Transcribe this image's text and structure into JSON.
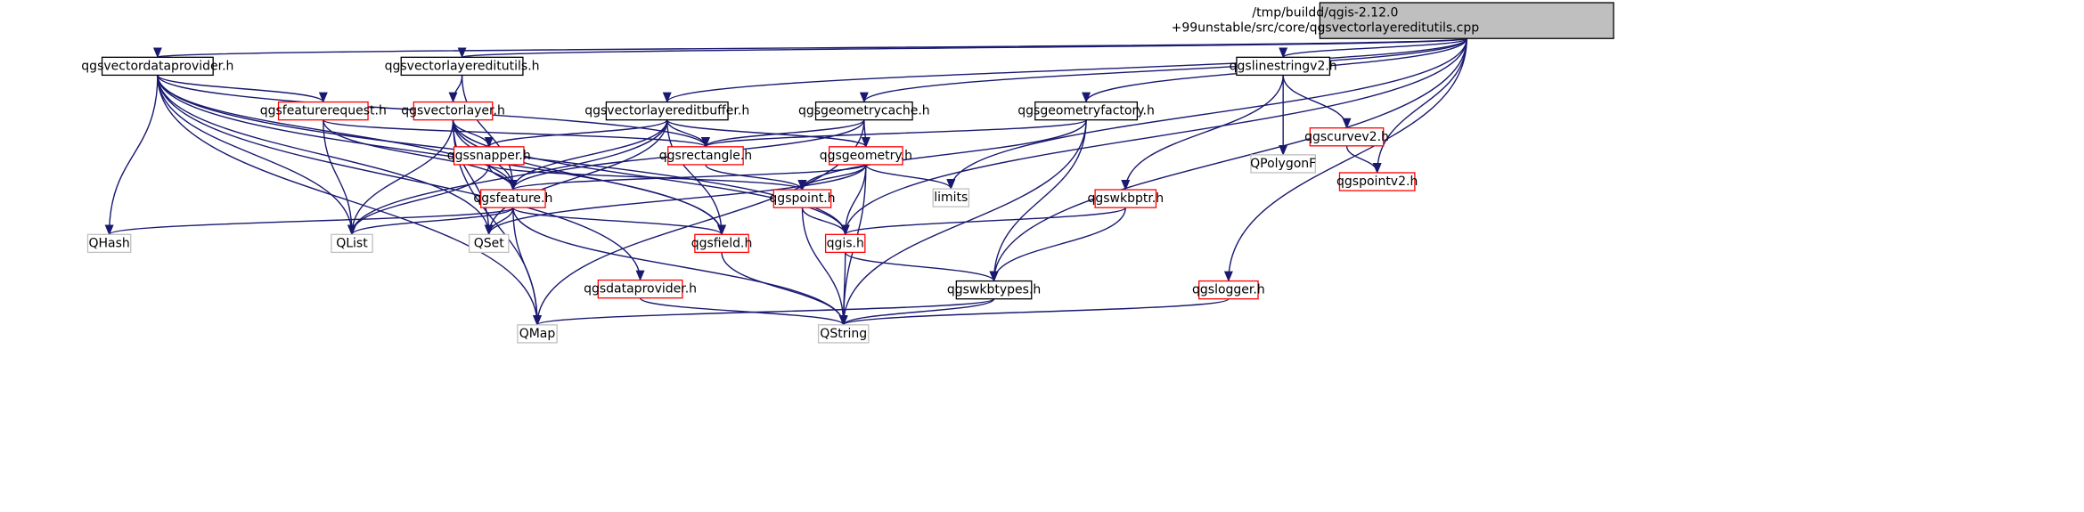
{
  "colors": {
    "edge": "#191970",
    "root_fill": "#bfbfbf",
    "root_border": "#000000",
    "linked_border": "#000000",
    "undocumented_border": "#ff0000",
    "external_border": "#bfbfbf",
    "external_text": "#000000"
  },
  "nodes": [
    {
      "id": "root",
      "label": "/tmp/buildd/qgis-2.12.0\n+99unstable/src/core/qgsvectorlayereditutils.cpp",
      "kind": "root"
    },
    {
      "id": "vdp",
      "label": "qgsvectordataprovider.h",
      "kind": "linked"
    },
    {
      "id": "vleu",
      "label": "qgsvectorlayereditutils.h",
      "kind": "linked"
    },
    {
      "id": "ls",
      "label": "qgslinestringv2.h",
      "kind": "linked"
    },
    {
      "id": "fr",
      "label": "qgsfeaturerequest.h",
      "kind": "undocumented"
    },
    {
      "id": "vl",
      "label": "qgsvectorlayer.h",
      "kind": "undocumented"
    },
    {
      "id": "vleb",
      "label": "qgsvectorlayereditbuffer.h",
      "kind": "linked"
    },
    {
      "id": "gc",
      "label": "qgsgeometrycache.h",
      "kind": "linked"
    },
    {
      "id": "gf",
      "label": "qgsgeometryfactory.h",
      "kind": "linked"
    },
    {
      "id": "pf",
      "label": "QPolygonF",
      "kind": "external"
    },
    {
      "id": "cv",
      "label": "qgscurvev2.h",
      "kind": "undocumented"
    },
    {
      "id": "sn",
      "label": "qgssnapper.h",
      "kind": "undocumented"
    },
    {
      "id": "rect",
      "label": "qgsrectangle.h",
      "kind": "undocumented"
    },
    {
      "id": "geom",
      "label": "qgsgeometry.h",
      "kind": "undocumented"
    },
    {
      "id": "pv2",
      "label": "qgspointv2.h",
      "kind": "undocumented"
    },
    {
      "id": "feat",
      "label": "qgsfeature.h",
      "kind": "undocumented"
    },
    {
      "id": "pt",
      "label": "qgspoint.h",
      "kind": "undocumented"
    },
    {
      "id": "lim",
      "label": "limits",
      "kind": "external"
    },
    {
      "id": "wkb",
      "label": "qgswkbptr.h",
      "kind": "undocumented"
    },
    {
      "id": "qhash",
      "label": "QHash",
      "kind": "external"
    },
    {
      "id": "qlist",
      "label": "QList",
      "kind": "external"
    },
    {
      "id": "qset",
      "label": "QSet",
      "kind": "external"
    },
    {
      "id": "fld",
      "label": "qgsfield.h",
      "kind": "undocumented"
    },
    {
      "id": "qgis",
      "label": "qgis.h",
      "kind": "undocumented"
    },
    {
      "id": "dp",
      "label": "qgsdataprovider.h",
      "kind": "undocumented"
    },
    {
      "id": "wkbt",
      "label": "qgswkbtypes.h",
      "kind": "linked"
    },
    {
      "id": "log",
      "label": "qgslogger.h",
      "kind": "undocumented"
    },
    {
      "id": "qmap",
      "label": "QMap",
      "kind": "external"
    },
    {
      "id": "qstr",
      "label": "QString",
      "kind": "external"
    }
  ],
  "edges": [
    [
      "root",
      "vdp"
    ],
    [
      "root",
      "vleu"
    ],
    [
      "root",
      "vleb"
    ],
    [
      "root",
      "gc"
    ],
    [
      "root",
      "lim"
    ],
    [
      "root",
      "qgis"
    ],
    [
      "root",
      "wkbt"
    ],
    [
      "root",
      "gf"
    ],
    [
      "root",
      "log"
    ],
    [
      "root",
      "ls"
    ],
    [
      "root",
      "pv2"
    ],
    [
      "vdp",
      "fr"
    ],
    [
      "vdp",
      "feat"
    ],
    [
      "vdp",
      "rect"
    ],
    [
      "vdp",
      "qhash"
    ],
    [
      "vdp",
      "qlist"
    ],
    [
      "vdp",
      "qset"
    ],
    [
      "vdp",
      "fld"
    ],
    [
      "vdp",
      "qgis"
    ],
    [
      "vdp",
      "dp"
    ],
    [
      "vdp",
      "qmap"
    ],
    [
      "vleu",
      "vl"
    ],
    [
      "vleu",
      "feat"
    ],
    [
      "fr",
      "feat"
    ],
    [
      "fr",
      "rect"
    ],
    [
      "fr",
      "qlist"
    ],
    [
      "vl",
      "sn"
    ],
    [
      "vl",
      "feat"
    ],
    [
      "vl",
      "qlist"
    ],
    [
      "vl",
      "qset"
    ],
    [
      "vl",
      "fld"
    ],
    [
      "vl",
      "qgis"
    ],
    [
      "vl",
      "qmap"
    ],
    [
      "vleb",
      "sn"
    ],
    [
      "vleb",
      "rect"
    ],
    [
      "vleb",
      "geom"
    ],
    [
      "vleb",
      "feat"
    ],
    [
      "vleb",
      "qlist"
    ],
    [
      "vleb",
      "qset"
    ],
    [
      "vleb",
      "fld"
    ],
    [
      "gc",
      "rect"
    ],
    [
      "gc",
      "geom"
    ],
    [
      "gc",
      "feat"
    ],
    [
      "gc",
      "qmap"
    ],
    [
      "gf",
      "rect"
    ],
    [
      "gf",
      "pt"
    ],
    [
      "gf",
      "wkbt"
    ],
    [
      "gf",
      "qstr"
    ],
    [
      "ls",
      "pf"
    ],
    [
      "ls",
      "cv"
    ],
    [
      "ls",
      "wkb"
    ],
    [
      "cv",
      "pv2"
    ],
    [
      "sn",
      "feat"
    ],
    [
      "sn",
      "pt"
    ],
    [
      "sn",
      "qlist"
    ],
    [
      "rect",
      "pt"
    ],
    [
      "geom",
      "feat"
    ],
    [
      "geom",
      "pt"
    ],
    [
      "geom",
      "lim"
    ],
    [
      "geom",
      "qgis"
    ],
    [
      "geom",
      "qset"
    ],
    [
      "geom",
      "qstr"
    ],
    [
      "feat",
      "qhash"
    ],
    [
      "feat",
      "qlist"
    ],
    [
      "feat",
      "qset"
    ],
    [
      "feat",
      "fld"
    ],
    [
      "feat",
      "qmap"
    ],
    [
      "feat",
      "qstr"
    ],
    [
      "pt",
      "qgis"
    ],
    [
      "pt",
      "qstr"
    ],
    [
      "wkb",
      "qgis"
    ],
    [
      "wkb",
      "wkbt"
    ],
    [
      "fld",
      "qstr"
    ],
    [
      "qgis",
      "wkbt"
    ],
    [
      "qgis",
      "qstr"
    ],
    [
      "dp",
      "qstr"
    ],
    [
      "wkbt",
      "qmap"
    ],
    [
      "wkbt",
      "qstr"
    ],
    [
      "log",
      "qstr"
    ]
  ]
}
